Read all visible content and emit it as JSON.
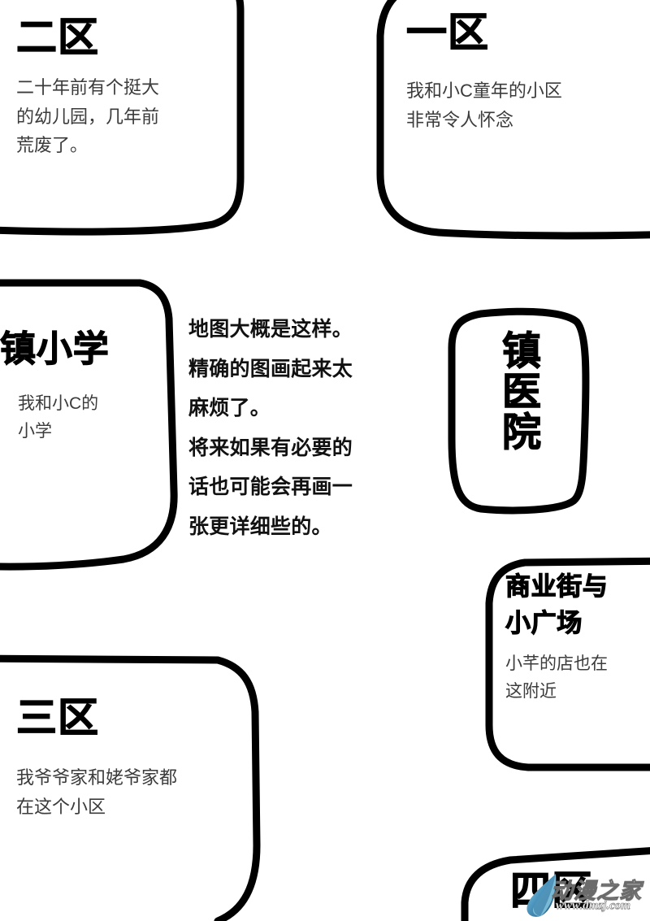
{
  "page": {
    "background_color": "#ffffff",
    "ink_color": "#000000",
    "body_text_color": "#3b3b3b"
  },
  "narration": {
    "text": "地图大概是这样。\n精确的图画起来太\n麻烦了。\n将来如果有必要的\n话也可能会再画一\n张更详细些的。"
  },
  "panels": {
    "district_2": {
      "title": "二区",
      "body": "二十年前有个挺大\n的幼儿园，几年前\n荒废了。"
    },
    "district_1": {
      "title": "一区",
      "body": "我和小C童年的小区\n非常令人怀念"
    },
    "town_school": {
      "title": "镇小学",
      "body": "我和小C的\n小学"
    },
    "town_hospital": {
      "title": "镇医院",
      "orientation": "vertical"
    },
    "commercial": {
      "title": "商业街与\n小广场",
      "body": "小芊的店也在\n这附近"
    },
    "district_3": {
      "title": "三区",
      "body": "我爷爷家和姥爷家都\n在这个小区"
    },
    "district_4": {
      "title": "四区"
    }
  },
  "watermark": {
    "site_name": "动漫之家",
    "url": "www.dmzj.com",
    "logo_icon": "water-drop-leaf-icon",
    "logo_colors": {
      "light": "#9ad4e8",
      "mid": "#4d96bf",
      "dark": "#23527a"
    }
  }
}
